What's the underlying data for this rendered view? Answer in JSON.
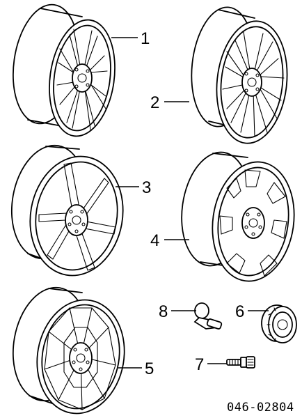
{
  "callouts": {
    "c1": "1",
    "c2": "2",
    "c3": "3",
    "c4": "4",
    "c5": "5",
    "c6": "6",
    "c7": "7",
    "c8": "8"
  },
  "diagram_code": "046-02804",
  "colors": {
    "ink": "#000000",
    "paper": "#ffffff"
  }
}
